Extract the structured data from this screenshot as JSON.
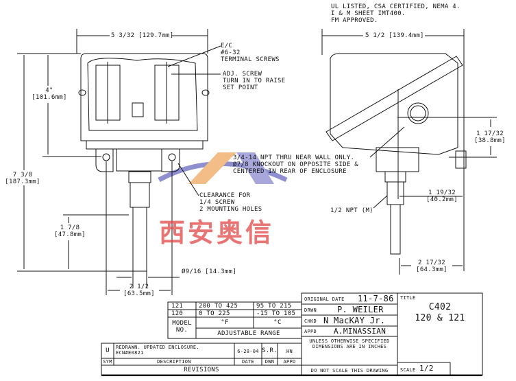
{
  "notes": {
    "approvals": [
      "UL LISTED, CSA CERTIFIED, NEMA 4.",
      "I & M SHEET IMT400.",
      "FM APPROVED."
    ],
    "terminal_screws": [
      "E/C",
      "#6-32",
      "TERMINAL SCREWS"
    ],
    "adj_screw": [
      "ADJ. SCREW",
      "TURN IN TO RAISE",
      "SET POINT"
    ],
    "npt_conduit": [
      "3/4-14 NPT THRU NEAR WALL ONLY.",
      "Ø7/8 KNOCKOUT ON OPPOSITE SIDE &",
      "CENTERED IN REAR OF ENCLOSURE"
    ],
    "clearance": [
      "CLEARANCE FOR",
      "1/4 SCREW",
      "2 MOUNTING HOLES"
    ],
    "npt_male": "1/2 NPT (M)"
  },
  "dimensions": {
    "front_width": "5 3/32 [129.7mm]",
    "overall_height": [
      "7 3/8",
      "[187.3mm]"
    ],
    "body_height": [
      "4\"",
      "[101.6mm]"
    ],
    "stem_length": [
      "1 7/8",
      "[47.8mm]"
    ],
    "stem_diameter": "Ø9/16 [14.3mm]",
    "hole_spacing": [
      "2 1/2",
      "[63.5mm]"
    ],
    "side_width": "5 1/2 [139.4mm]",
    "knockout_height": [
      "1 17/32",
      "[38.8mm]"
    ],
    "knockout_offset": [
      "1 19/32",
      "[40.2mm]"
    ],
    "stem_offset": [
      "2 17/32",
      "[64.3mm]"
    ]
  },
  "watermark": "西安奥信",
  "model_table": {
    "rows": [
      {
        "model": "121",
        "f": "200 TO 425",
        "c": "95 TO 215"
      },
      {
        "model": "120",
        "f": "0 TO 225",
        "c": "-15 TO 105"
      }
    ],
    "header_model": [
      "MODEL",
      "NO."
    ],
    "header_f": "°F",
    "header_c": "°C",
    "header_range": "ADJUSTABLE RANGE"
  },
  "revisions": {
    "rows": [
      {
        "sym": "U",
        "description": [
          "REDRAWN. UPDATED ENCLOSURE.",
          "ECN#E0821"
        ],
        "date": "6-28-04",
        "dwn": "S.R.",
        "appd": "HN"
      }
    ],
    "headers": {
      "sym": "SYM",
      "description": "DESCRIPTION",
      "date": "DATE",
      "dwn": "DWN",
      "appd": "APPD"
    },
    "title": "REVISIONS"
  },
  "title_block": {
    "original_date_label": "ORIGINAL DATE",
    "original_date": "11-7-86",
    "drawn_label": "DRWN",
    "drawn": "P. WEILER",
    "checked_label": "CHKD",
    "checked": "N MacKAY Jr.",
    "approved_label": "APPD",
    "approved": "A.MINASSIAN",
    "units_note": [
      "UNLESS OTHERWISE SPECIFIED",
      "DIMENSIONS ARE IN INCHES"
    ],
    "do_not_scale": "DO NOT SCALE THIS DRAWING",
    "title_label": "TITLE",
    "title": [
      "C402",
      "120 & 121"
    ],
    "scale_label": "SCALE",
    "scale": "1/2"
  },
  "colors": {
    "line": "#111111",
    "watermark_blue": "#5a5ab0",
    "watermark_orange": "#f0a860",
    "watermark_red": "#e04646"
  }
}
